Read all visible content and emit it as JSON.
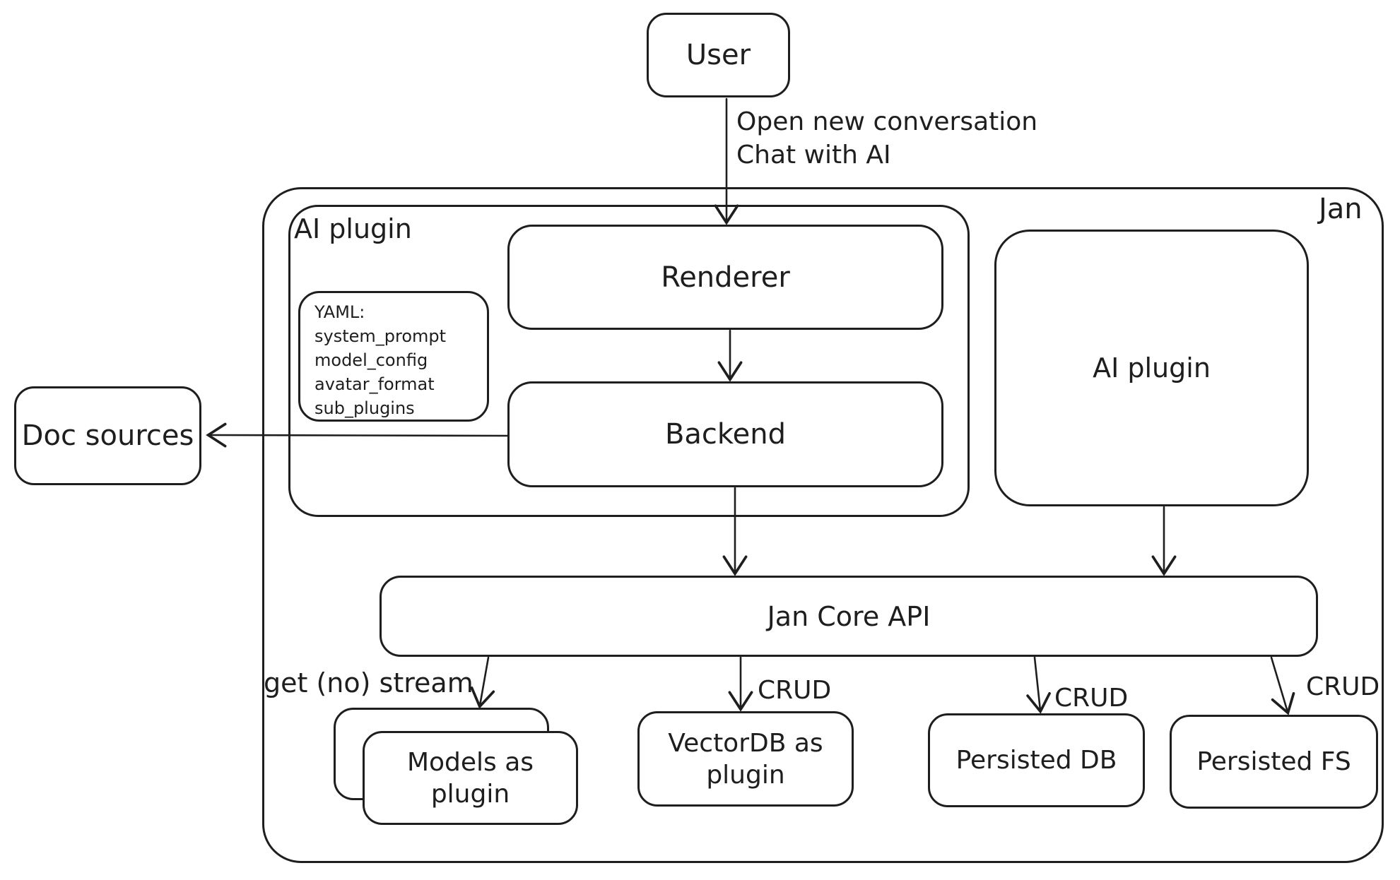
{
  "diagram": {
    "title_hint": "Jan architecture sketch diagram",
    "colors": {
      "stroke": "#1e1e1e",
      "background": "#ffffff"
    },
    "nodes": {
      "user": "User",
      "jan_container": "Jan",
      "ai_plugin_left": "AI plugin",
      "renderer": "Renderer",
      "backend": "Backend",
      "ai_plugin_right": "AI plugin",
      "doc_sources": "Doc sources",
      "jan_core_api": "Jan Core API",
      "models_plugin": "Models as plugin",
      "vectordb_plugin": "VectorDB as plugin",
      "persisted_db": "Persisted DB",
      "persisted_fs": "Persisted FS"
    },
    "yaml_note": {
      "lines": [
        "YAML:",
        "system_prompt",
        "model_config",
        "avatar_format",
        "sub_plugins"
      ]
    },
    "edge_labels": {
      "user_to_renderer": "Open new conversation\nChat with AI",
      "get_no_stream": "get (no) stream",
      "crud_vectordb": "CRUD",
      "crud_persisted_db": "CRUD",
      "crud_persisted_fs": "CRUD"
    }
  }
}
